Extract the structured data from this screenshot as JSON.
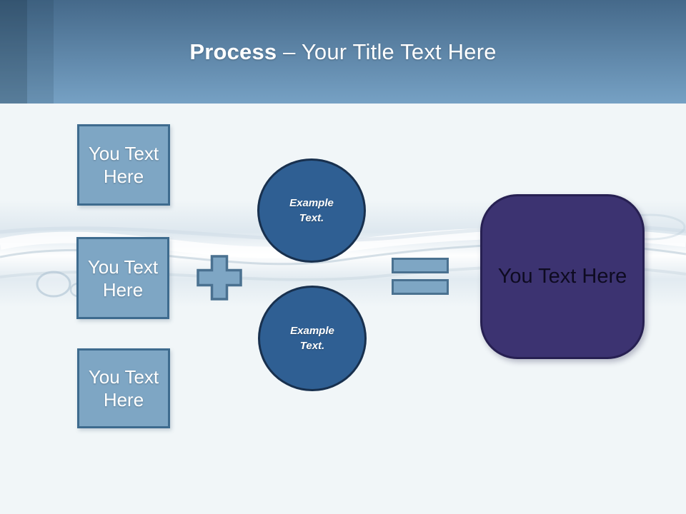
{
  "slide": {
    "title_bold": "Process",
    "title_rest": " – Your Title Text Here"
  },
  "diagram": {
    "input_boxes": [
      {
        "label": "You Text Here"
      },
      {
        "label": "You Text Here"
      },
      {
        "label": "You Text Here"
      }
    ],
    "operators": {
      "plus_icon": "plus-sign",
      "equals_icon": "equals-sign"
    },
    "circles": [
      {
        "label": "Example Text."
      },
      {
        "label": "Example Text."
      }
    ],
    "result_box": {
      "label": "You Text Here"
    }
  },
  "colors": {
    "header_top": "#45698a",
    "header_bottom": "#76a1c4",
    "strip_dark": "#0c203047",
    "strip_mid": "#0c20301f",
    "title_text": "#ffffff",
    "canvas_bg": "#f1f6f8",
    "box_fill": "#7ea6c4",
    "box_border": "#3e6b8e",
    "shape_text": "#ffffff",
    "circle_fill": "#2f5f93",
    "circle_border": "#18304e",
    "operator_fill": "#7ea6c4",
    "operator_border": "#4a7190",
    "result_fill": "#3c3371",
    "result_border": "#272052",
    "result_text": "#0e0b21"
  }
}
